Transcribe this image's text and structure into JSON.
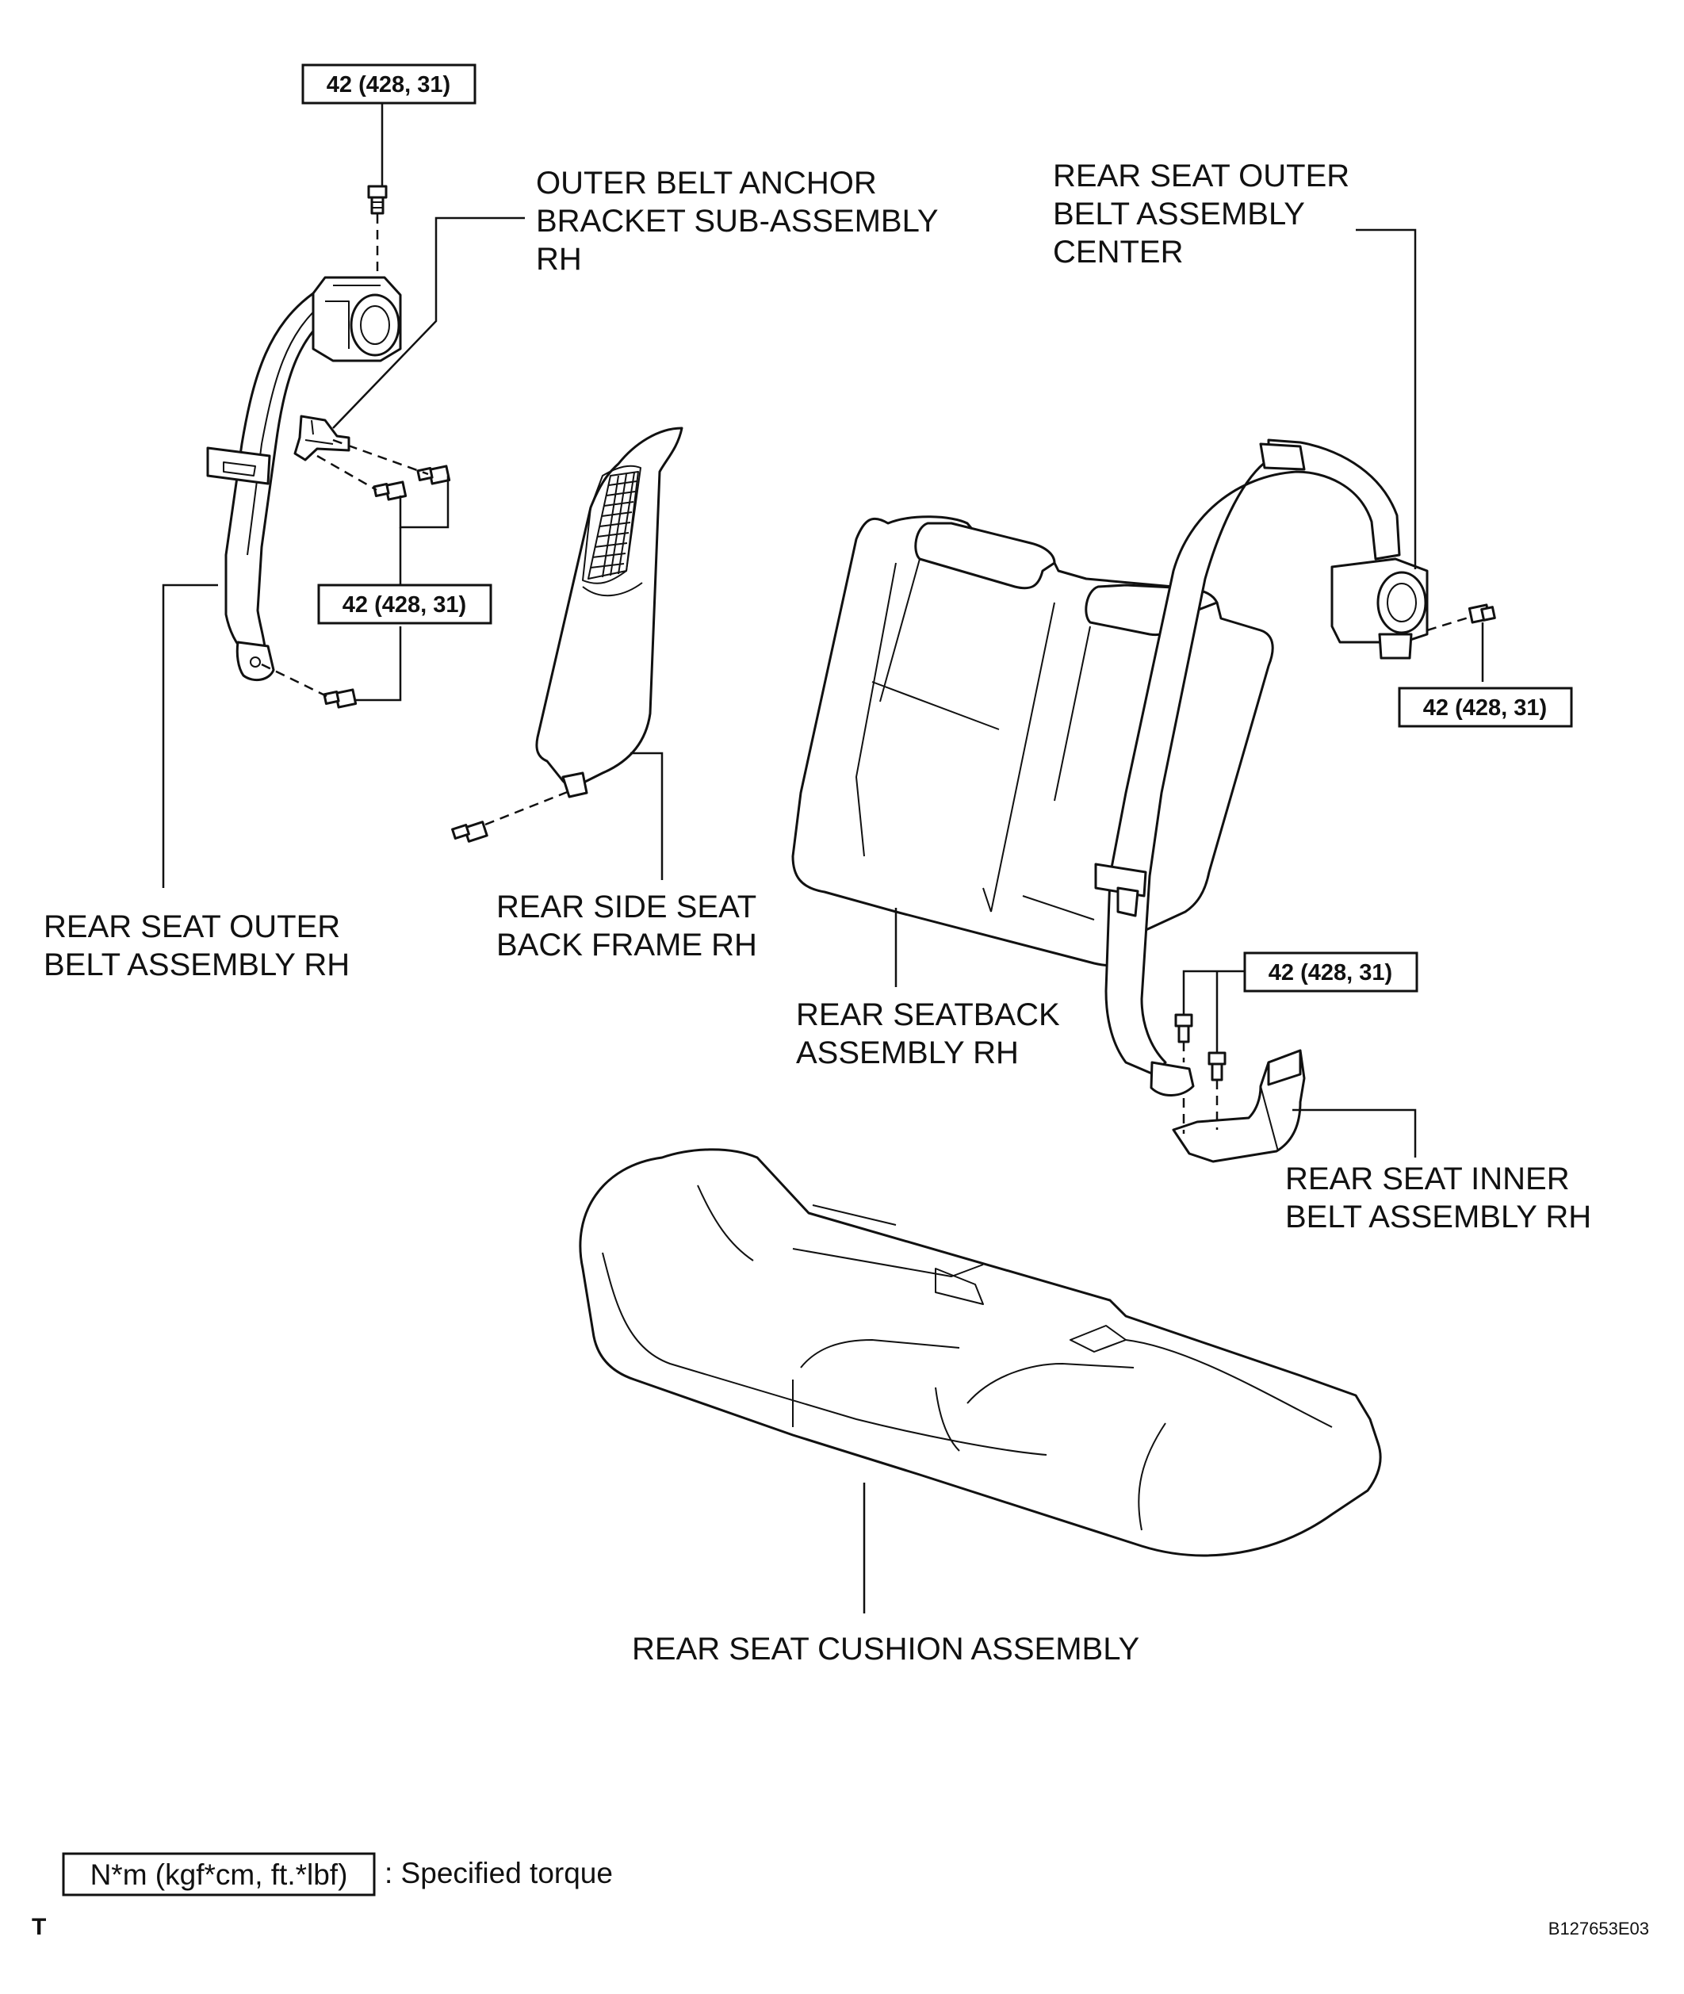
{
  "labels": {
    "outer_belt_anchor_bracket": [
      "OUTER BELT ANCHOR",
      "BRACKET SUB-ASSEMBLY",
      "RH"
    ],
    "rear_seat_outer_belt_center": [
      "REAR SEAT OUTER",
      "BELT ASSEMBLY",
      "CENTER"
    ],
    "rear_seat_outer_belt_rh": [
      "REAR SEAT OUTER",
      "BELT ASSEMBLY RH"
    ],
    "rear_side_seat_back_frame": [
      "REAR SIDE SEAT",
      "BACK FRAME RH"
    ],
    "rear_seatback_assembly": [
      "REAR SEATBACK",
      "ASSEMBLY RH"
    ],
    "rear_seat_inner_belt": [
      "REAR SEAT INNER",
      "BELT ASSEMBLY RH"
    ],
    "rear_seat_cushion": "REAR SEAT CUSHION ASSEMBLY"
  },
  "torque": {
    "top_left": "42 (428, 31)",
    "mid_left": "42 (428, 31)",
    "right_outer": "42 (428, 31)",
    "inner_belt": "42 (428, 31)"
  },
  "legend": {
    "unit_box": "N*m (kgf*cm, ft.*lbf)",
    "text": ": Specified torque"
  },
  "footer": {
    "left_mark": "T",
    "figure_code": "B127653E03"
  }
}
